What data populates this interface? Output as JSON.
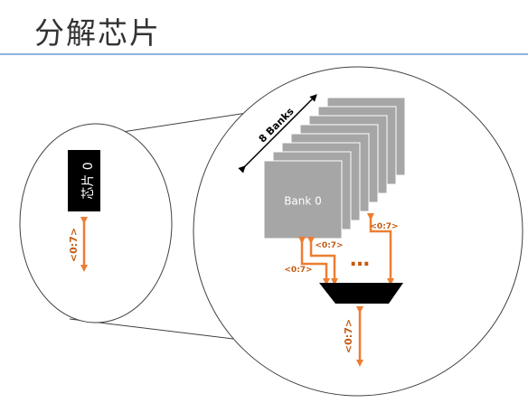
{
  "title": "分解芯片",
  "chip": {
    "label": "芯片 0"
  },
  "chip_bus": "<0:7>",
  "banks_arrow_label": "8 Banks",
  "bank0_label": "Bank 0",
  "bank_bus_labels": [
    "<0:7>",
    "<0:7>",
    "<0:7>"
  ],
  "ellipsis": "…",
  "output_bus": "<0:7>",
  "colors": {
    "orange": "#ed7d31",
    "orange_text": "#c55a11",
    "bank_fill": "#a6a6a6",
    "rule": "#8fb3dd"
  }
}
